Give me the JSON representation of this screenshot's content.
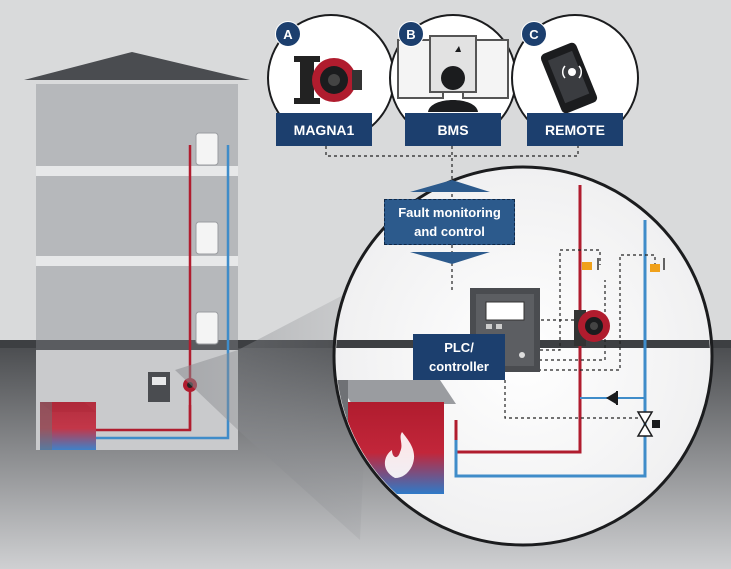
{
  "devices": [
    {
      "badge": "A",
      "label": "MAGNA1"
    },
    {
      "badge": "B",
      "label": "BMS"
    },
    {
      "badge": "C",
      "label": "REMOTE"
    }
  ],
  "fault_monitoring": {
    "line1": "Fault monitoring",
    "line2": "and control"
  },
  "plc": {
    "line1": "PLC/",
    "line2": "controller"
  },
  "colors": {
    "supply": "#b01c2e",
    "return": "#3f8cc9",
    "label_bg": "#1c3f6e",
    "ground": "#3d3f42",
    "building": "#b6b8bb"
  }
}
